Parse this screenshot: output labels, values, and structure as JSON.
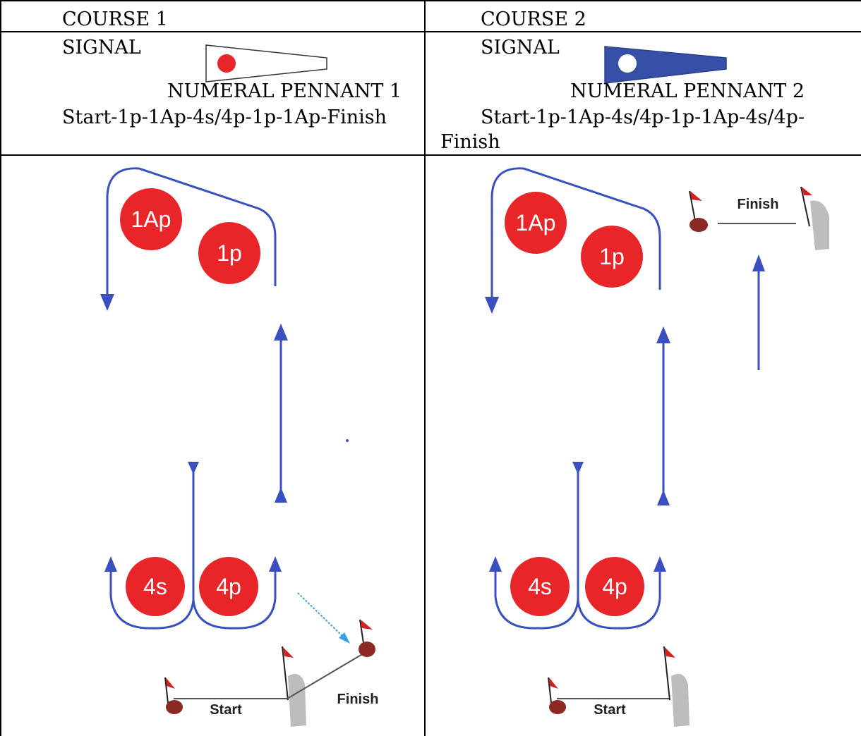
{
  "courses": [
    {
      "heading": "COURSE 1",
      "signal_label": "SIGNAL",
      "pennant_name": "NUMERAL PENNANT 1",
      "route": "Start-1p-1Ap-4s/4p-1p-1Ap-Finish",
      "route_wrap": "",
      "pennant_field_color": "#ffffff",
      "pennant_dot_color": "#e8262a",
      "marks": {
        "top_left": "1Ap",
        "top_right": "1p",
        "bottom_left": "4s",
        "bottom_right": "4p"
      },
      "start_label": "Start",
      "finish_label": "Finish"
    },
    {
      "heading": "COURSE 2",
      "signal_label": "SIGNAL",
      "pennant_name": "NUMERAL PENNANT 2",
      "route": "Start-1p-1Ap-4s/4p-1p-1Ap-4s/4p-",
      "route_wrap": "Finish",
      "pennant_field_color": "#3650a8",
      "pennant_dot_color": "#ffffff",
      "marks": {
        "top_left": "1Ap",
        "top_right": "1p",
        "bottom_left": "4s",
        "bottom_right": "4p"
      },
      "start_label": "Start",
      "finish_label": "Finish"
    }
  ],
  "colors": {
    "mark_red": "#e8262a",
    "route_blue": "#3a4fc0",
    "light_arrow_blue": "#3aa0e0",
    "buoy_brown": "#8a2a22",
    "flag_red": "#d42020",
    "boat_grey": "#bdbdbd"
  }
}
